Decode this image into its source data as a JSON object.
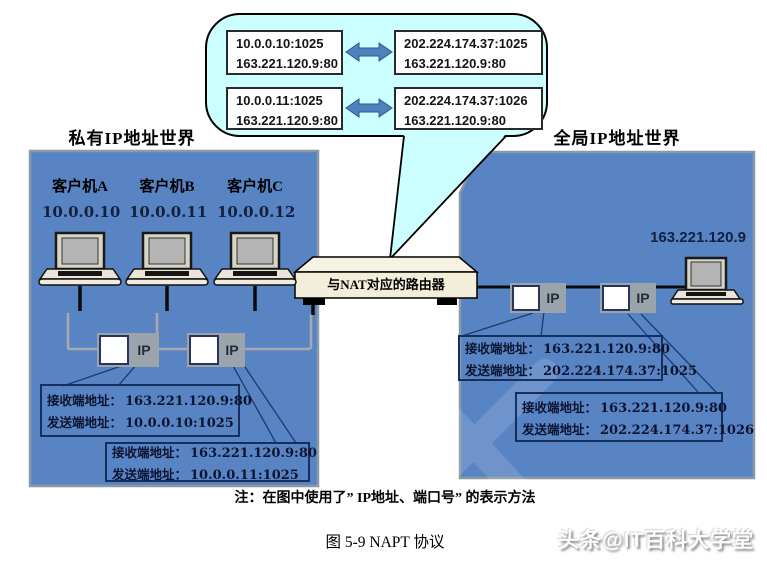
{
  "titles": {
    "private": "私有IP地址世界",
    "global": "全局IP地址世界"
  },
  "bubble": {
    "pairs": [
      {
        "left1": "10.0.0.10:1025",
        "left2": "163.221.120.9:80",
        "right1": "202.224.174.37:1025",
        "right2": "163.221.120.9:80"
      },
      {
        "left1": "10.0.0.11:1025",
        "left2": "163.221.120.9:80",
        "right1": "202.224.174.37:1026",
        "right2": "163.221.120.9:80"
      }
    ]
  },
  "router": {
    "label": "与NAT对应的路由器"
  },
  "clients": [
    {
      "name": "客户机A",
      "ip": "10.0.0.10"
    },
    {
      "name": "客户机B",
      "ip": "10.0.0.11"
    },
    {
      "name": "客户机C",
      "ip": "10.0.0.12"
    }
  ],
  "server_ip": "163.221.120.9",
  "packet_label": "IP",
  "address_labels": {
    "receiver": "接收端地址：",
    "sender": "发送端地址："
  },
  "packets_left": [
    {
      "receiver": "163.221.120.9:80",
      "sender": "10.0.0.10:1025"
    },
    {
      "receiver": "163.221.120.9:80",
      "sender": "10.0.0.11:1025"
    }
  ],
  "packets_right": [
    {
      "receiver": "163.221.120.9:80",
      "sender": "202.224.174.37:1025"
    },
    {
      "receiver": "163.221.120.9:80",
      "sender": "202.224.174.37:1026"
    }
  ],
  "note": "注：在图中使用了” IP地址、端口号” 的表示方法",
  "caption": "图 5-9  NAPT 协议",
  "watermark": "头条@IT百科大学堂",
  "colors": {
    "region_blue": "#5884c4",
    "bubble_cyan": "#ccffff",
    "router_beige": "#f2eeda",
    "packet_gray": "#9ba3ab",
    "arrow_blue": "#4f81bd",
    "addr_border": "#16305e"
  }
}
